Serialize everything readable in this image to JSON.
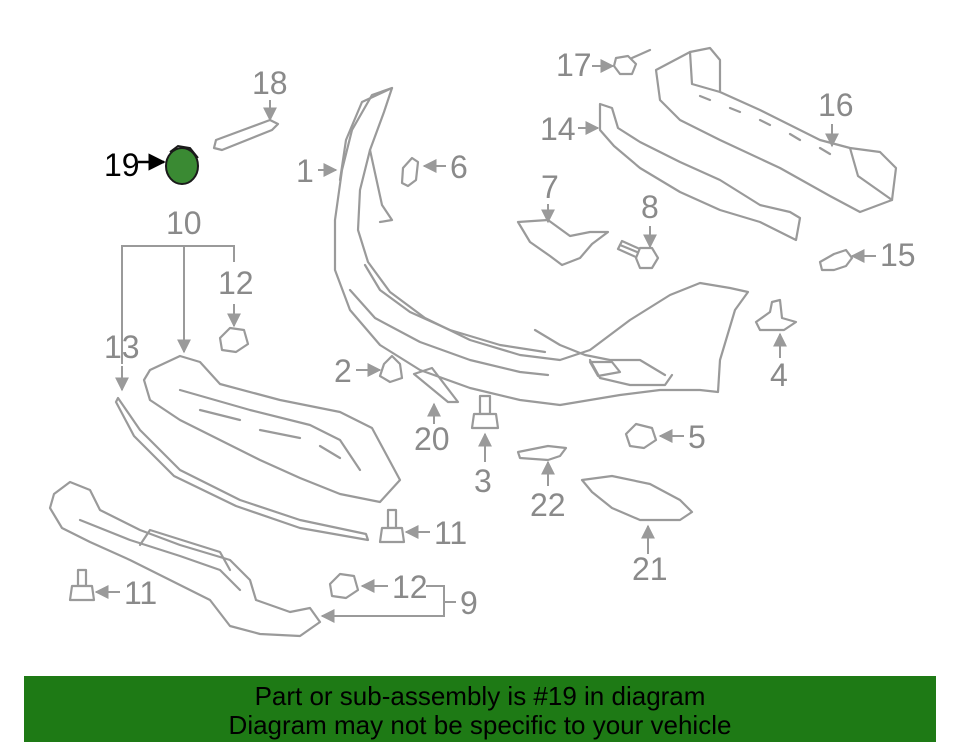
{
  "highlight_color": "#3a8a33",
  "banner_color": "#1e7a15",
  "labels": {
    "p1": "1",
    "p2": "2",
    "p3": "3",
    "p4": "4",
    "p5": "5",
    "p6": "6",
    "p7": "7",
    "p8": "8",
    "p9": "9",
    "p10": "10",
    "p11a": "11",
    "p11b": "11",
    "p12a": "12",
    "p12b": "12",
    "p13": "13",
    "p14": "14",
    "p15": "15",
    "p16": "16",
    "p17": "17",
    "p18": "18",
    "p19": "19",
    "p20": "20",
    "p21": "21",
    "p22": "22"
  },
  "banner": {
    "line1": "Part or sub-assembly is #19 in diagram",
    "line2": "Diagram may not be specific to your vehicle"
  }
}
